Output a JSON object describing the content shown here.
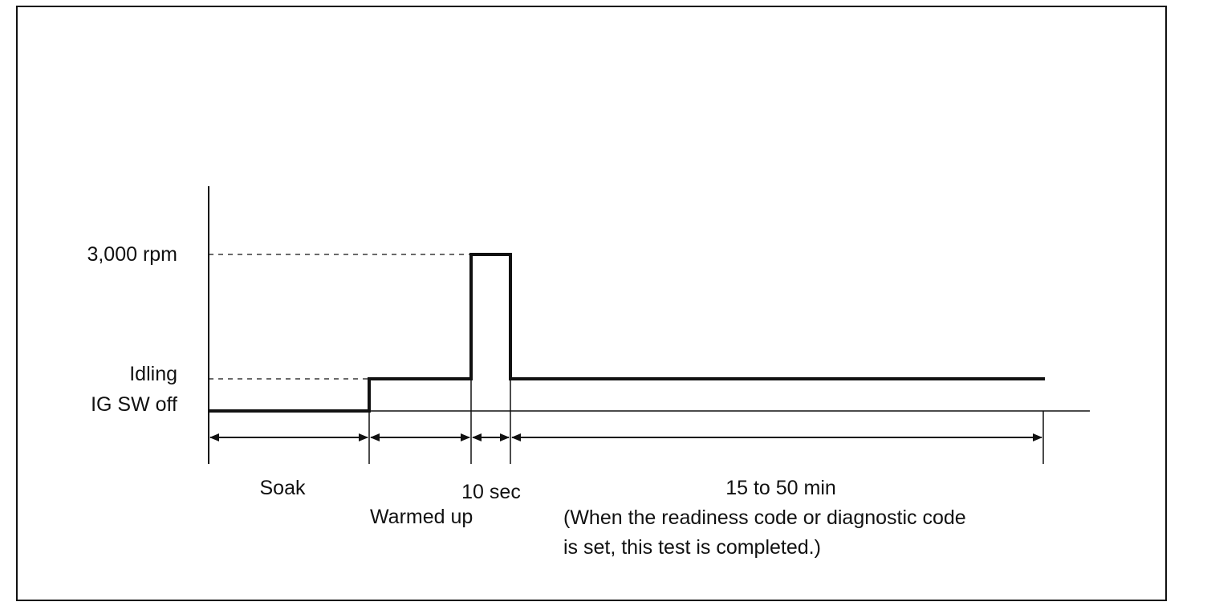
{
  "diagram": {
    "y_levels": {
      "high": "3,000 rpm",
      "idle": "Idling",
      "off": "IG SW off"
    },
    "phases": {
      "soak": "Soak",
      "warmed_up": "Warmed up",
      "hold": "10 sec",
      "test": "15 to 50 min"
    },
    "note_line1": "(When the readiness code or diagnostic code",
    "note_line2": "is set, this test is completed.)"
  },
  "colors": {
    "line": "#111111",
    "background": "#ffffff"
  }
}
